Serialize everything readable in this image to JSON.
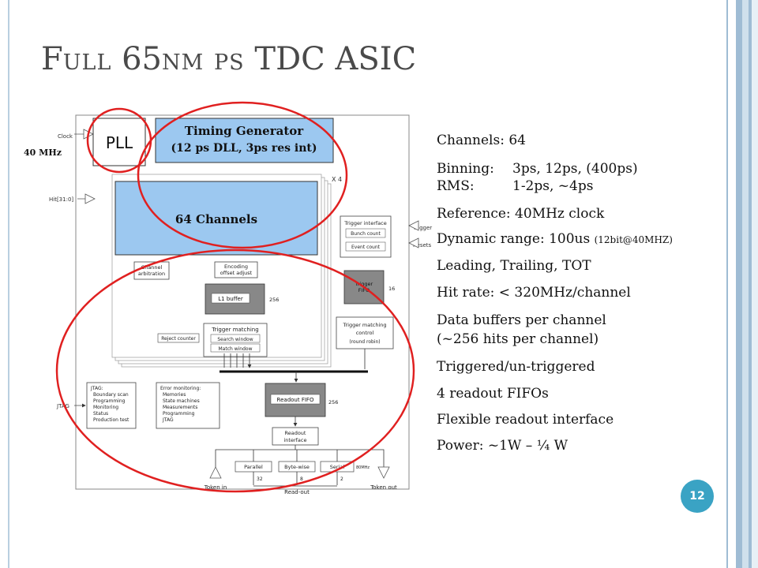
{
  "slide": {
    "title_parts": [
      {
        "text": "F",
        "style": "big"
      },
      {
        "text": "ULL",
        "style": "sc"
      },
      {
        "text": " 65",
        "style": "big"
      },
      {
        "text": "NM",
        "style": "sc"
      },
      {
        "text": " ",
        "style": "big"
      },
      {
        "text": "PS",
        "style": "sc"
      },
      {
        "text": " TDC ASIC",
        "style": "big"
      }
    ],
    "page_number": "12",
    "colors": {
      "title": "#4a4a4a",
      "accent": "#3aa3c4",
      "highlight_box": "#9cc8f0",
      "annotation": "#e02020"
    }
  },
  "diagram": {
    "pll_label": "PLL",
    "timing_generator": {
      "line1": "Timing Generator",
      "line2": "(12 ps DLL, 3ps res int)"
    },
    "clock_freq": "40 MHz",
    "channels_label": "64 Channels",
    "x4_label": "X 4",
    "inputs": {
      "clock": "Clock",
      "hit": "Hit[31:0]",
      "trigger": "Trigger",
      "resets": "Resets",
      "jtag": "JTAG"
    },
    "blocks": {
      "channel_arbitration": [
        "Channel",
        "arbitration"
      ],
      "encoding": [
        "Encoding",
        "offset adjust"
      ],
      "l1_buffer": "L1 buffer",
      "l1_size": "256",
      "trigger_matching": "Trigger matching",
      "search_window": "Search window",
      "match_window": "Match window",
      "reject_counter": "Reject counter",
      "trigger_interface": "Trigger interface",
      "bunch_count": "Bunch count",
      "event_count": "Event count",
      "trigger_fifo": [
        "Trigger",
        "FIFO"
      ],
      "trigger_fifo_size": "16",
      "trigger_matching_control": [
        "Trigger matching",
        "control",
        "(round robin)"
      ],
      "readout_fifo": "Readout FIFO",
      "readout_fifo_size": "256",
      "jtag_box": [
        "JTAG:",
        "Boundary scan",
        "Programming",
        "Monitoring",
        "Status",
        "Production test"
      ],
      "error_box": [
        "Error monitoring:",
        "Memories",
        "State machines",
        "Measurements",
        "Programming",
        "JTAG"
      ],
      "readout_interface": [
        "Readout",
        "interface"
      ],
      "parallel": "Parallel",
      "byte_wise": "Byte-wise",
      "serial": "Serial",
      "serial_freq": "80MHz",
      "bus_32": "32",
      "bus_8": "8",
      "bus_2": "2",
      "token_in": "Token in",
      "read_out": "Read-out",
      "token_out": "Token out"
    }
  },
  "specs": [
    {
      "text": "Channels: 64"
    },
    {
      "text": "Binning:",
      "col2": "3ps, 12ps, (400ps)"
    },
    {
      "text": "RMS:",
      "col2": "1-2ps, ~4ps"
    },
    {
      "text": "Reference: 40MHz clock"
    },
    {
      "text": "Dynamic range: 100us ",
      "small": "(12bit@40MHZ)"
    },
    {
      "text": "Leading, Trailing, TOT"
    },
    {
      "text": "Hit rate: < 320MHz/channel"
    },
    {
      "text": "Data buffers per channel"
    },
    {
      "text": "(~256 hits per channel)"
    },
    {
      "text": "Triggered/un-triggered"
    },
    {
      "text": "4 readout FIFOs"
    },
    {
      "text": "Flexible readout interface"
    },
    {
      "text": "Power: ~1W – ¼ W"
    }
  ]
}
